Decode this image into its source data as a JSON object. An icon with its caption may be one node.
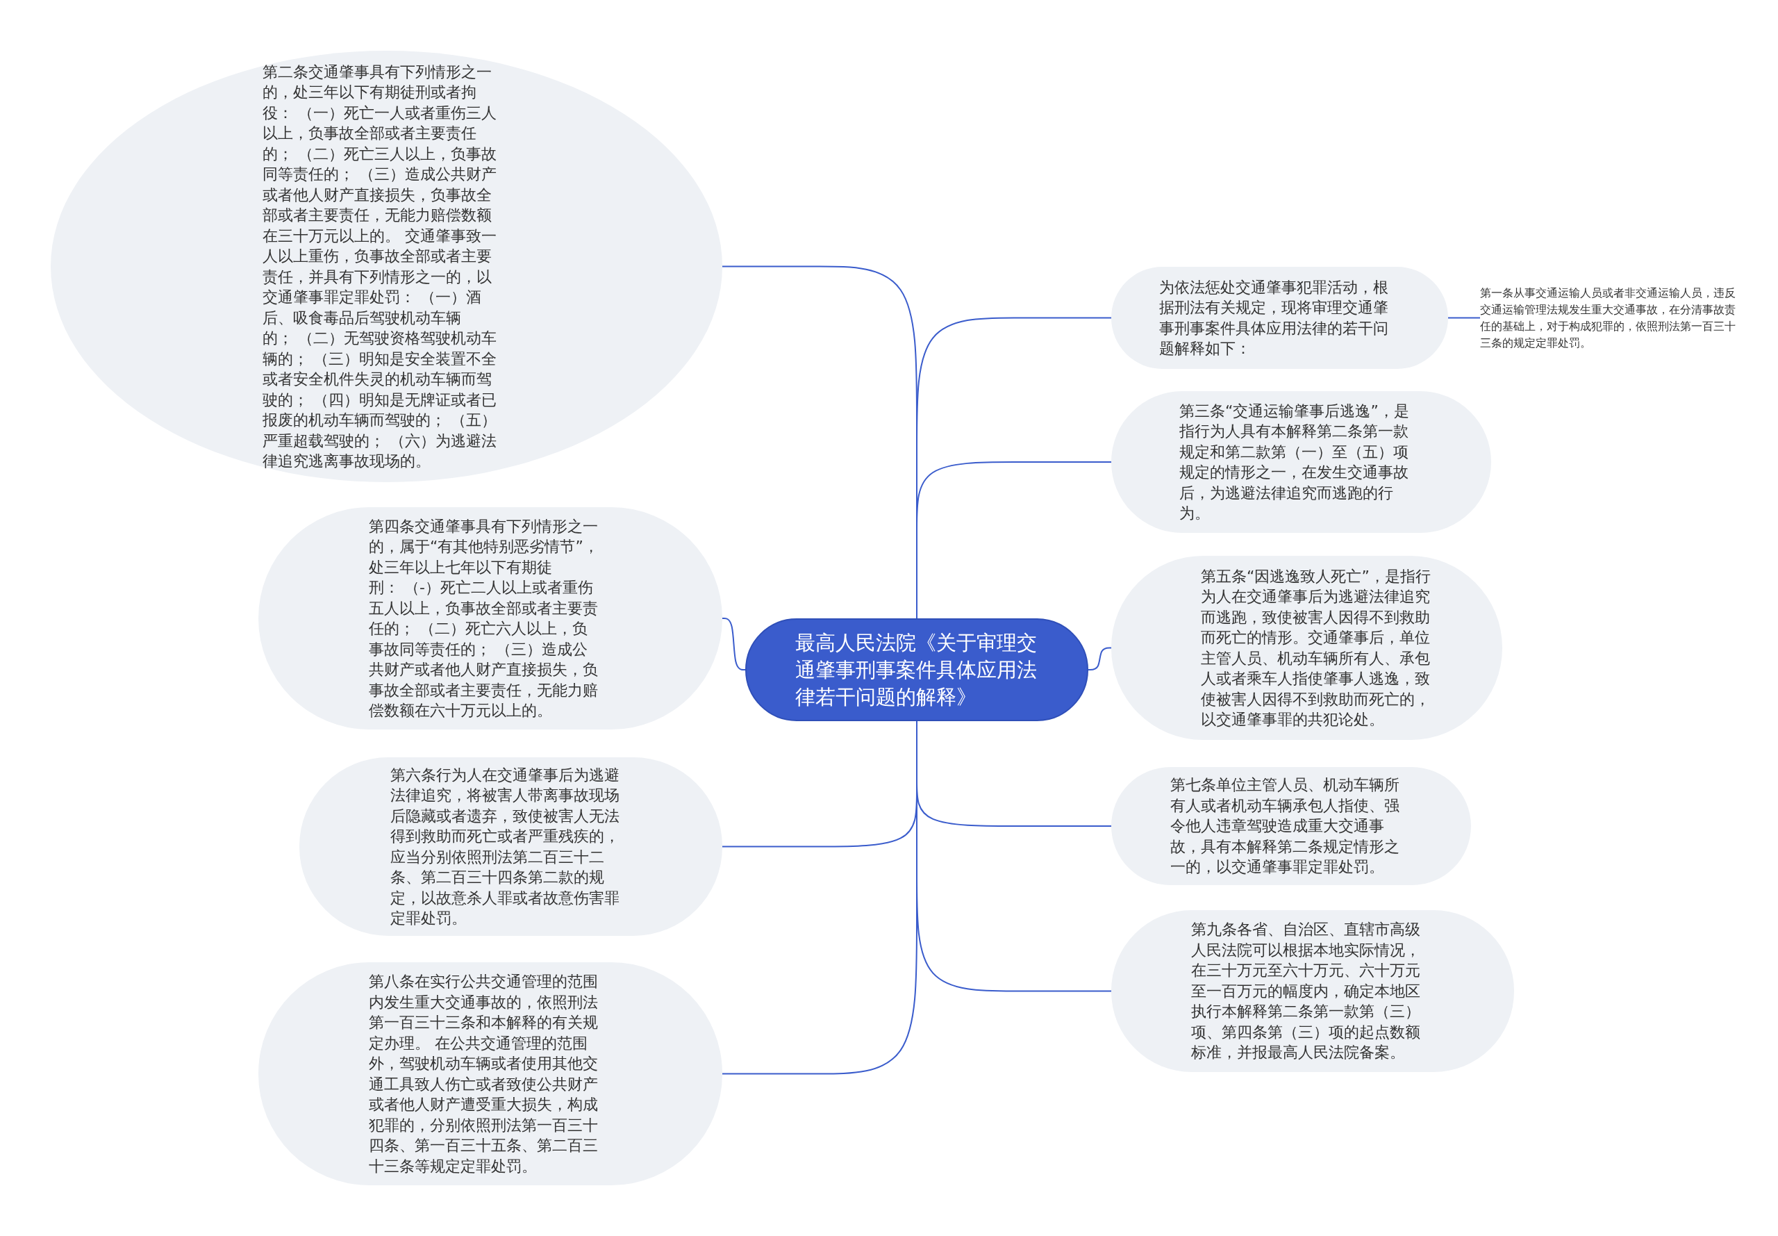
{
  "diagram": {
    "nodes": [
      {
        "text": [
          "最高人民法院《关于审理交通肇事刑事案件具体应用法律若干问题的解释》"
        ]
      },
      {
        "text": [
          "为依法惩处交通肇事犯罪活动，根据刑法有关规定，现将审理交通肇事刑事案件具体应用法律的若干问题解释如下："
        ]
      },
      {
        "text": [
          "第一条从事交通运输人员或者非交通运输人员，违反交通运输管理法规发生重大交通事故，在分清事故责任的基础上，对于构成犯罪的，依照刑法第一百三十三条的规定定罪处罚。"
        ]
      },
      {
        "text": [
          "第二条交通肇事具有下列情形之一的，处三年以下有期徒刑或者拘役： （一）死亡一人或者重伤三人以上，负事故全部或者主要责任的； （二）死亡三人以上，负事故同等责任的； （三）造成公共财产或者他人财产直接损失，负事故全部或者主要责任，无能力赔偿数额在三十万元以上的。 交通肇事致一人以上重伤，负事故全部或者主要责任，并具有下列情形之一的，以交通肇事罪定罪处罚： （一）酒后、吸食毒品后驾驶机动车辆的； （二）无驾驶资格驾驶机动车辆的； （三）明知是安全装置不全或者安全机件失灵的机动车辆而驾驶的； （四）明知是无牌证或者已报废的机动车辆而驾驶的； （五）严重超载驾驶的； （六）为逃避法律追究逃离事故现场的。"
        ]
      },
      {
        "text": [
          "第三条“交通运输肇事后逃逸”，是指行为人具有本解释第二条第一款规定和第二款第（一）至（五）项规定的情形之一，在发生交通事故后，为逃避法律追究而逃跑的行为。"
        ]
      },
      {
        "text": [
          "第四条交通肇事具有下列情形之一的，属于“有其他特别恶劣情节”，处三年以上七年以下有期徒刑： （-）死亡二人以上或者重伤五人以上，负事故全部或者主要责任的； （二）死亡六人以上，负事故同等责任的； （三）造成公共财产或者他人财产直接损失，负事故全部或者主要责任，无能力赔偿数额在六十万元以上的。"
        ]
      },
      {
        "text": [
          "第五条“因逃逸致人死亡”，是指行为人在交通肇事后为逃避法律追究而逃跑，致使被害人因得不到救助而死亡的情形。交通肇事后，单位主管人员、机动车辆所有人、承包人或者乘车人指使肇事人逃逸，致使被害人因得不到救助而死亡的，以交通肇事罪的共犯论处。"
        ]
      },
      {
        "text": [
          "第六条行为人在交通肇事后为逃避法律追究，将被害人带离事故现场后隐藏或者遗弃，致使被害人无法得到救助而死亡或者严重残疾的，应当分别依照刑法第二百三十二条、第二百三十四条第二款的规定，以故意杀人罪或者故意伤害罪定罪处罚。"
        ]
      },
      {
        "text": [
          "第七条单位主管人员、机动车辆所有人或者机动车辆承包人指使、强令他人违章驾驶造成重大交通事故，具有本解释第二条规定情形之一的，以交通肇事罪定罪处罚。"
        ]
      },
      {
        "text": [
          "第八条在实行公共交通管理的范围内发生重大交通事故的，依照刑法第一百三十三条和本解释的有关规定办理。 在公共交通管理的范围外，驾驶机动车辆或者使用其他交通工具致人伤亡或者致使公共财产或者他人财产遭受重大损失，构成犯罪的，分别依照刑法第一百三十四条、第一百三十五条、第二百三十三条等规定定罪处罚。"
        ]
      },
      {
        "text": [
          "第九条各省、自治区、直辖市高级人民法院可以根据本地实际情况，在三十万元至六十万元、六十万元至一百万元的幅度内，确定本地区执行本解释第二条第一款第（三）项、第四条第（三）项的起点数额标准，并报最高人民法院备案。"
        ]
      }
    ],
    "edges": [
      {
        "from": 0,
        "to": 1,
        "arrow": "none"
      },
      {
        "from": 1,
        "to": 2,
        "arrow": "none"
      },
      {
        "from": 0,
        "to": 3,
        "arrow": "none"
      },
      {
        "from": 0,
        "to": 4,
        "arrow": "none"
      },
      {
        "from": 0,
        "to": 5,
        "arrow": "none"
      },
      {
        "from": 0,
        "to": 6,
        "arrow": "none"
      },
      {
        "from": 0,
        "to": 7,
        "arrow": "none"
      },
      {
        "from": 0,
        "to": 8,
        "arrow": "none"
      },
      {
        "from": 0,
        "to": 9,
        "arrow": "none"
      },
      {
        "from": 0,
        "to": 10,
        "arrow": "none"
      }
    ]
  }
}
